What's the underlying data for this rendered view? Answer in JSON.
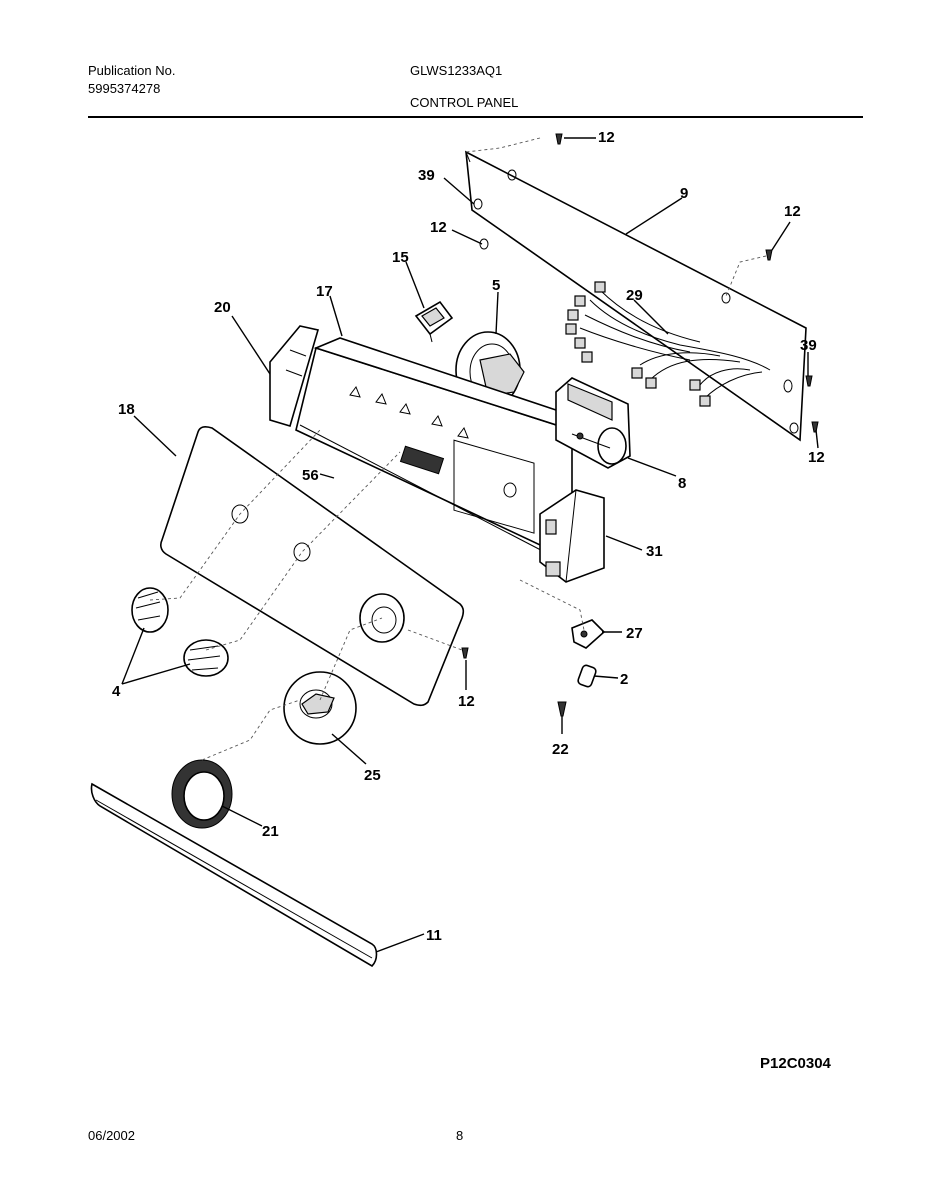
{
  "header": {
    "publication_label": "Publication No.",
    "publication_number": "5995374278",
    "model": "GLWS1233AQ1",
    "section_title": "CONTROL PANEL"
  },
  "callouts": {
    "c12a": "12",
    "c39a": "39",
    "c9": "9",
    "c12b": "12",
    "c12c": "12",
    "c15": "15",
    "c5": "5",
    "c17": "17",
    "c20": "20",
    "c29": "29",
    "c39b": "39",
    "c12d": "12",
    "c18": "18",
    "c56": "56",
    "c8": "8",
    "c31": "31",
    "c27": "27",
    "c2": "2",
    "c4": "4",
    "c12e": "12",
    "c22": "22",
    "c25": "25",
    "c21": "21",
    "c11": "11"
  },
  "drawing_code": "P12C0304",
  "footer": {
    "date": "06/2002",
    "page": "8"
  }
}
